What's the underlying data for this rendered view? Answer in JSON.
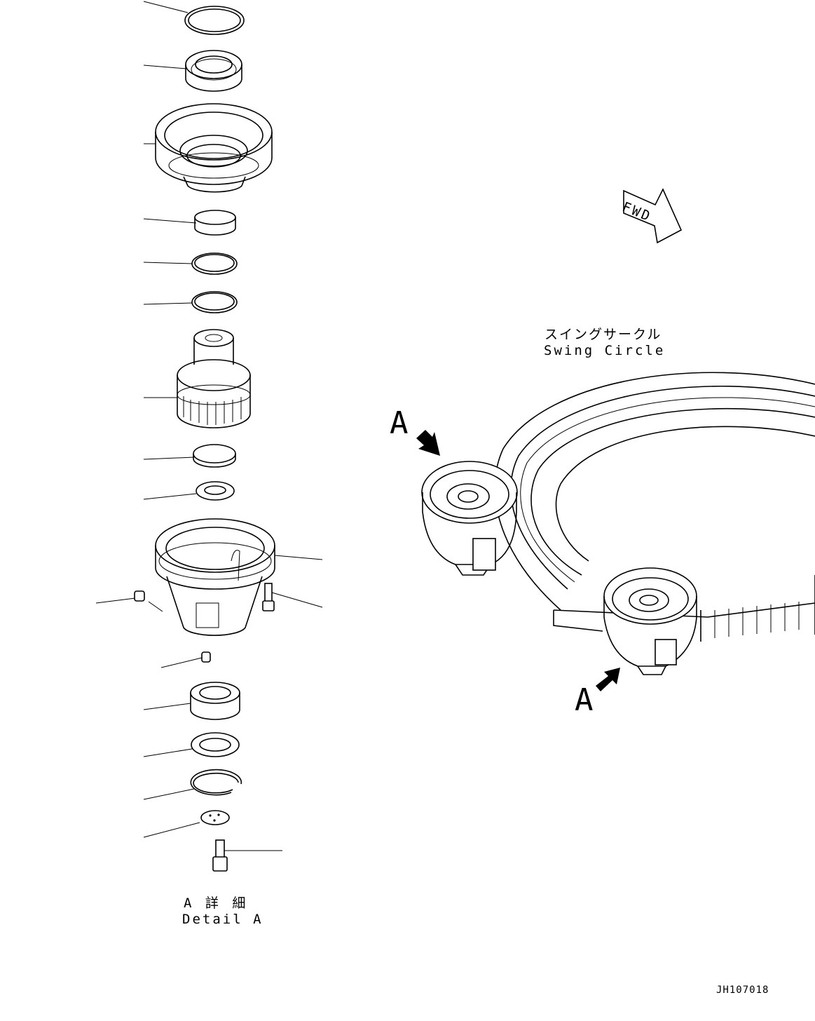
{
  "drawing": {
    "fwd_label": "FWD",
    "swing_circle_jp": "スイングサークル",
    "swing_circle_en": "Swing Circle",
    "view_mark_upper": "A",
    "view_mark_lower": "A",
    "detail_jp": "A 詳 細",
    "detail_en": "Detail A",
    "drawing_number": "JH107018"
  }
}
